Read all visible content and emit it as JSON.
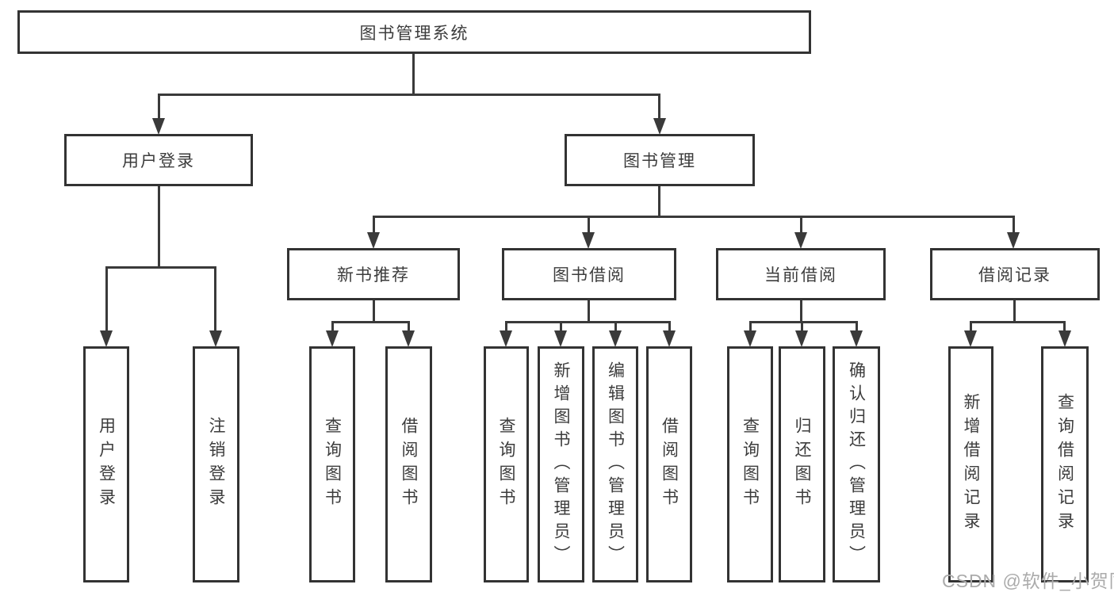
{
  "nodes": {
    "root": "图书管理系统",
    "user_login": "用户登录",
    "book_management": "图书管理",
    "new_book_recommend": "新书推荐",
    "book_borrowing": "图书借阅",
    "current_borrowing": "当前借阅",
    "borrowing_records": "借阅记录",
    "user_login_leaf": "用户登录",
    "logout": "注销登录",
    "nb_query_books": "查询图书",
    "nb_borrow_books": "借阅图书",
    "bb_query_books": "查询图书",
    "bb_add_books": "新增图书（管理员）",
    "bb_edit_books": "编辑图书（管理员）",
    "bb_borrow_books": "借阅图书",
    "cb_query_books": "查询图书",
    "cb_return_books": "归还图书",
    "cb_confirm_return": "确认归还（管理员）",
    "br_add_record": "新增借阅记录",
    "br_query_record": "查询借阅记录"
  },
  "hierarchy": {
    "图书管理系统": {
      "用户登录": [
        "用户登录",
        "注销登录"
      ],
      "图书管理": {
        "新书推荐": [
          "查询图书",
          "借阅图书"
        ],
        "图书借阅": [
          "查询图书",
          "新增图书（管理员）",
          "编辑图书（管理员）",
          "借阅图书"
        ],
        "当前借阅": [
          "查询图书",
          "归还图书",
          "确认归还（管理员）"
        ],
        "借阅记录": [
          "新增借阅记录",
          "查询借阅记录"
        ]
      }
    }
  },
  "watermark": "CSDN @软件_小贺同学",
  "colors": {
    "line": "#3a3a3a",
    "box_border": "#333333",
    "text": "#3c3c3c",
    "background": "#ffffff",
    "watermark": "#ababab"
  }
}
